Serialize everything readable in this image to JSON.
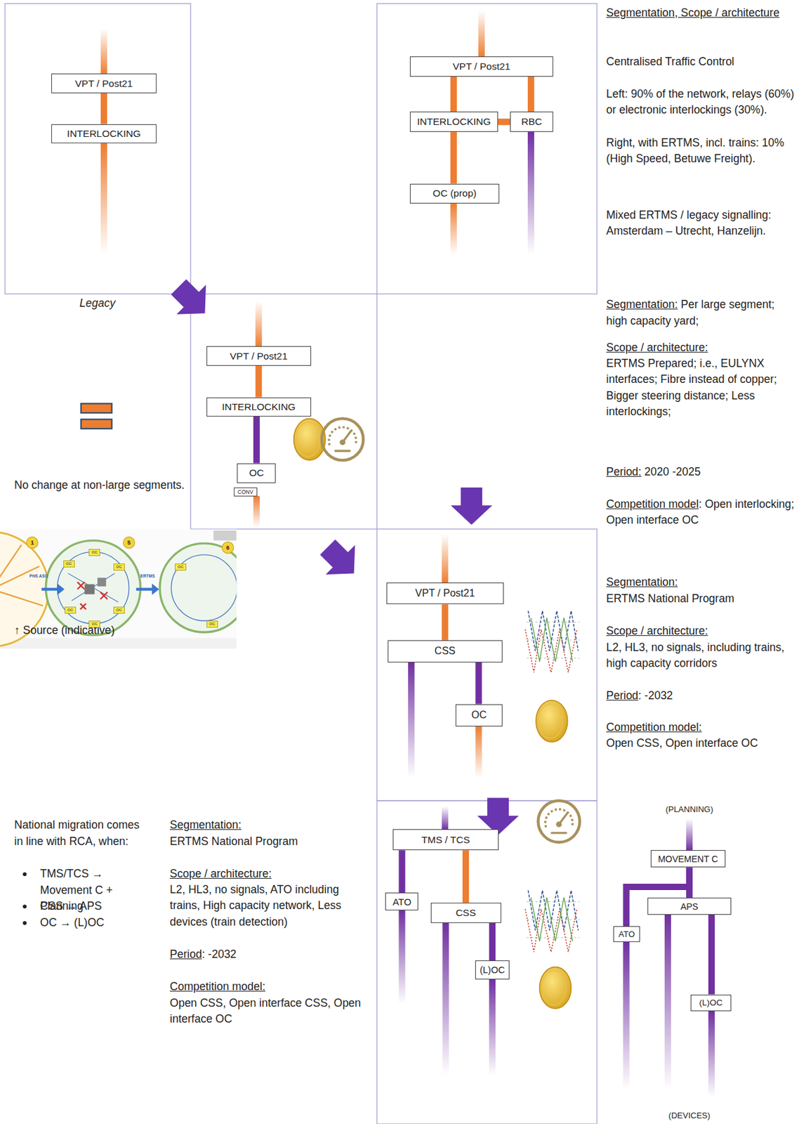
{
  "diagram": {
    "nodes": [
      {
        "text": [
          "VPT / Post21"
        ]
      },
      {
        "text": [
          "INTERLOCKING"
        ]
      },
      {
        "text": [
          "VPT / Post21"
        ]
      },
      {
        "text": [
          "INTERLOCKING"
        ]
      },
      {
        "text": [
          "RBC"
        ]
      },
      {
        "text": [
          "OC (prop)"
        ]
      },
      {
        "text": [
          "VPT / Post21"
        ]
      },
      {
        "text": [
          "INTERLOCKING"
        ]
      },
      {
        "text": [
          "OC"
        ]
      },
      {
        "text": [
          "CONV"
        ]
      },
      {
        "text": [
          "VPT / Post21"
        ]
      },
      {
        "text": [
          "CSS"
        ]
      },
      {
        "text": [
          "OC"
        ]
      },
      {
        "text": [
          "TMS / TCS"
        ]
      },
      {
        "text": [
          "ATO"
        ]
      },
      {
        "text": [
          "CSS"
        ]
      },
      {
        "text": [
          "(L)OC"
        ]
      },
      {
        "text": [
          "MOVEMENT C"
        ]
      },
      {
        "text": [
          "APS"
        ]
      },
      {
        "text": [
          "ATO"
        ]
      },
      {
        "text": [
          "(L)OC"
        ]
      }
    ],
    "edges": [
      {
        "from": 0,
        "to": 1,
        "arrow": "none"
      },
      {
        "from": 2,
        "to": 3,
        "arrow": "none"
      },
      {
        "from": 2,
        "to": 4,
        "arrow": "none"
      },
      {
        "from": 3,
        "to": 4,
        "arrow": "none"
      },
      {
        "from": 3,
        "to": 5,
        "arrow": "none"
      },
      {
        "from": 6,
        "to": 7,
        "arrow": "none"
      },
      {
        "from": 7,
        "to": 8,
        "arrow": "none"
      },
      {
        "from": 10,
        "to": 11,
        "arrow": "none"
      },
      {
        "from": 11,
        "to": 12,
        "arrow": "none"
      },
      {
        "from": 13,
        "to": 14,
        "arrow": "none"
      },
      {
        "from": 13,
        "to": 15,
        "arrow": "none"
      },
      {
        "from": 15,
        "to": 16,
        "arrow": "none"
      },
      {
        "from": 17,
        "to": 18,
        "arrow": "none"
      },
      {
        "from": 17,
        "to": 19,
        "arrow": "none"
      },
      {
        "from": 18,
        "to": 20,
        "arrow": "none"
      }
    ],
    "labels": [
      "Segmentation, Scope / architecture",
      "Centralised Traffic Control",
      "Left: 90% of the network, relays (60%) or electronic interlockings (30%).",
      "Right, with ERTMS, incl. trains: 10% (High Speed, Betuwe Freight).",
      "Mixed ERTMS / legacy signalling: Amsterdam – Utrecht, Hanzelijn.",
      "Segmentation:",
      "Per large segment; high capacity yard;",
      "Scope / architecture:",
      "ERTMS Prepared; i.e., EULYNX interfaces; Fibre instead of copper; Bigger steering distance; Less interlockings;",
      "Period:",
      "2020 -2025",
      "Competition model",
      ": Open interlocking; Open interface OC",
      "Segmentation:",
      "ERTMS National Program",
      "Scope / architecture:",
      "L2, HL3, no signals, including trains, high capacity corridors",
      "Period",
      ": -2032",
      "Competition model:",
      "Open CSS, Open interface OC",
      "National migration comes in line with RCA, when:",
      "TMS/TCS → Movement C + Planning",
      "CSS → APS",
      "OC → (L)OC",
      "Segmentation:",
      "ERTMS National Program",
      "Scope / architecture:",
      "L2, HL3, no signals, ATO including trains, High capacity network, Less devices (train detection)",
      "Period",
      ": -2032",
      "Competition model:",
      "Open CSS, Open interface CSS, Open interface OC",
      "Legacy",
      "No change at non-large segments.",
      "↑ Source (indicative)",
      "(PLANNING)",
      "(DEVICES)",
      "1",
      "5",
      "6",
      "PHS ASO",
      "ERTMS",
      "OC",
      "OC",
      "OC",
      "OC",
      "OC",
      "OC",
      "OC",
      "OC"
    ]
  }
}
